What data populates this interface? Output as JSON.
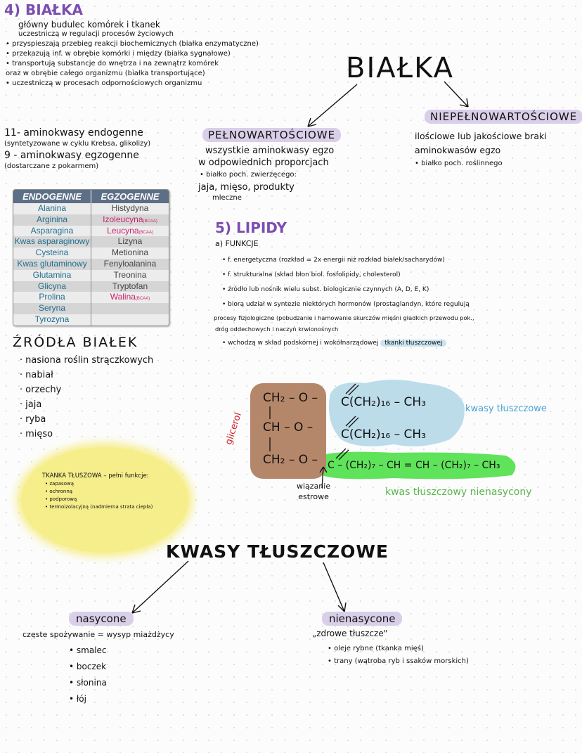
{
  "proteins": {
    "heading": "4) BIAŁKA",
    "functions": [
      "główny budulec komórek i tkanek",
      "uczestniczą w regulacji procesów życiowych",
      "• przyspieszają przebieg reakcji biochemicznych (białka enzymatyczne)",
      "• przekazują inf. w obrębie komórki i między (białka sygnałowe)",
      "• transportują substancje do wnętrza i na zewnątrz komórek",
      "oraz w obrębie całego organizmu (białka transportujące)",
      "• uczestniczą w procesach odpornościowych organizmu"
    ],
    "aminoacids_lines": [
      "11- aminokwasy endogenne",
      "(syntetyzowane w cyklu Krebsa, glikolizy)",
      "9 - aminokwasy egzogenne",
      "(dostarczane z pokarmem)"
    ],
    "table": {
      "headers": [
        "ENDOGENNE",
        "EGZOGENNE"
      ],
      "rows": [
        [
          "Alanina",
          "Histydyna",
          ""
        ],
        [
          "Arginina",
          "Izoleucyna",
          "(BCAA)"
        ],
        [
          "Asparagina",
          "Leucyna",
          "(BCAA)"
        ],
        [
          "Kwas asparaginowy",
          "Lizyna",
          ""
        ],
        [
          "Cysteina",
          "Metionina",
          ""
        ],
        [
          "Kwas glutaminowy",
          "Fenyloalanina",
          ""
        ],
        [
          "Glutamina",
          "Treonina",
          ""
        ],
        [
          "Glicyna",
          "Tryptofan",
          ""
        ],
        [
          "Prolina",
          "Walina",
          "(BCAA)"
        ],
        [
          "Seryna",
          "",
          ""
        ],
        [
          "Tyrozyna",
          "",
          ""
        ]
      ]
    },
    "sources_heading": "ŹRÓDŁA BIAŁEK",
    "sources": [
      "nasiona roślin strączkowych",
      "nabiał",
      "orzechy",
      "jaja",
      "ryba",
      "mięso"
    ]
  },
  "bialka_map": {
    "title": "BIAŁKA",
    "complete": {
      "label": "PEŁNOWARTOŚCIOWE",
      "lines": [
        "wszystkie aminokwasy egzo",
        "w odpowiednich proporcjach",
        "• białko poch. zwierzęcego:",
        "jaja, mięso, produkty",
        "mleczne"
      ]
    },
    "incomplete": {
      "label": "NIEPEŁNOWARTOŚCIOWE",
      "lines": [
        "ilościowe lub jakościowe braki",
        "aminokwasów egzo",
        "• białko poch. roślinnego"
      ]
    }
  },
  "lipids": {
    "heading": "5) LIPIDY",
    "sub": "a) FUNKCJE",
    "functions": [
      "• f. energetyczna (rozkład = 2x energii niż rozkład białek/sacharydów)",
      "• f. strukturalna (skład błon biol. fosfolipidy, cholesterol)",
      "• źródło lub nośnik wielu subst. biologicznie czynnych (A, D, E, K)",
      "• biorą udział w syntezie niektórych hormonów (prostaglandyn, które regulują",
      "procesy fizjologiczne (pobudzanie i hamowanie skurczów mięśni gładkich przewodu pok.,",
      "dróg oddechowych i naczyń krwionośnych"
    ],
    "last_function_prefix": "• wchodzą w skład podskórnej i wokółnarządowej",
    "last_function_highlight": "tkanki tłuszczowej"
  },
  "triglyceride": {
    "glycerol_label": "glicerol",
    "fatty_acids_label": "kwasy tłuszczowe",
    "unsaturated_label": "kwas tłuszczowy nienasycony",
    "ester_label_1": "wiązanie",
    "ester_label_2": "estrowe",
    "rows": [
      {
        "left": "CH₂ – O –",
        "chain": "C(CH₂)₁₆ – CH₃"
      },
      {
        "left": "CH – O –",
        "chain": "C(CH₂)₁₆ – CH₃"
      },
      {
        "left": "CH₂ – O –",
        "chain": "C – (CH₂)₇ – CH = CH – (CH₂)₇ – CH₃"
      }
    ]
  },
  "adipose": {
    "title": "TKANKA TŁUSZOWA – pełni funkcje:",
    "items": [
      "• zapasową",
      "• ochronną",
      "• podporową",
      "• termoizolacyjną (nadmierna strata ciepła)"
    ]
  },
  "fatty_acids": {
    "title": "KWASY TŁUSZCZOWE",
    "saturated": {
      "label": "nasycone",
      "desc": "częste spożywanie = wysyp miażdżycy",
      "items": [
        "• smalec",
        "• boczek",
        "• słonina",
        "• łój"
      ]
    },
    "unsaturated": {
      "label": "nienasycone",
      "desc": "„zdrowe tłuszcze\"",
      "items": [
        "• oleje rybne (tkanka mięś)",
        "• trany (wątroba ryb i ssaków morskich)"
      ]
    }
  },
  "colors": {
    "purple": "#7a4fb0",
    "glycerol_bg": "#b5876a",
    "blue_bg": "#bcdcea",
    "green_bg": "#5fe35a",
    "yellow_bg": "#f6ee8a",
    "red": "#d2202a",
    "blue_text": "#4aa4d4",
    "green_text": "#59b64b"
  }
}
